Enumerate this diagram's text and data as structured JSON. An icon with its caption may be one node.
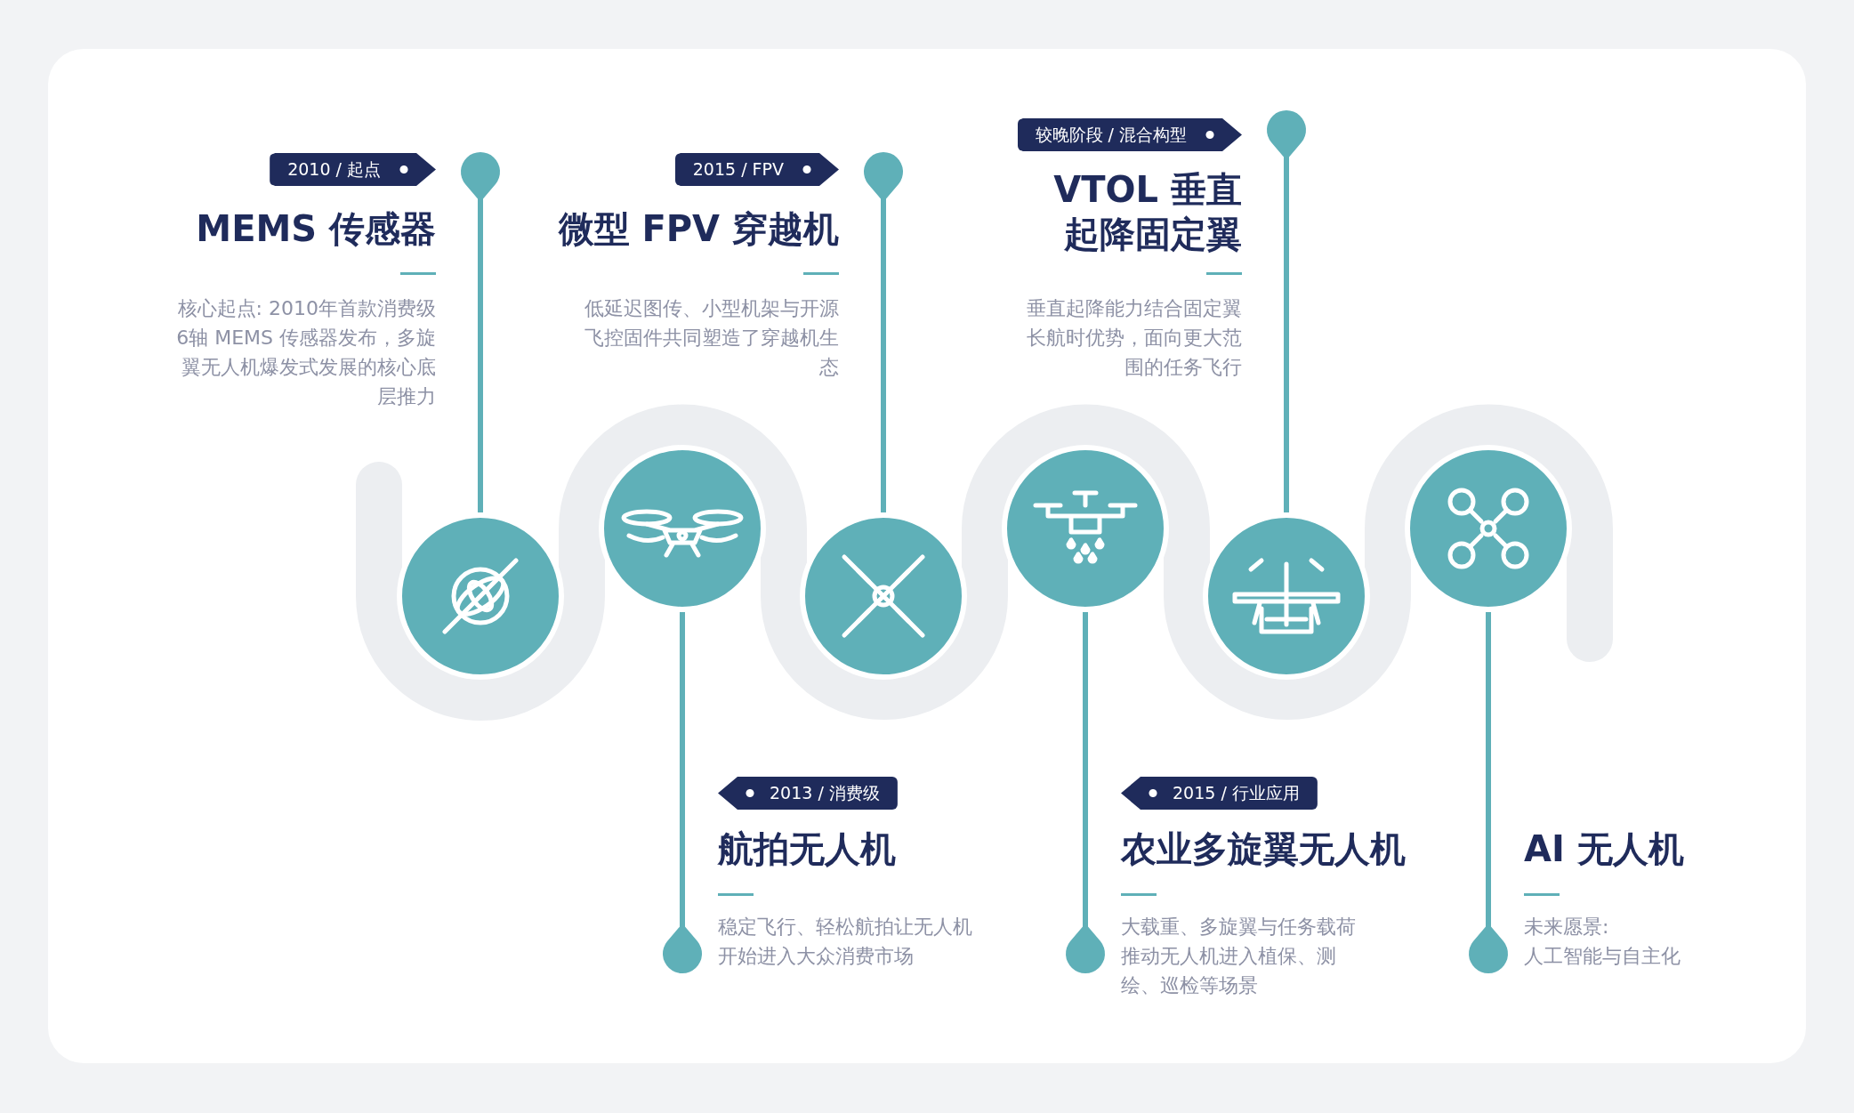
{
  "diagram": {
    "nodes": [
      {
        "text": [
          "2010 / 起点",
          "MEMS 传感器",
          "核心起点: 2010年首款消费级6轴 MEMS 传感器发布，多旋翼无人机爆发式发展的核心底层推力"
        ]
      },
      {
        "text": [
          "2013 / 消费级",
          "航拍无人机",
          "稳定飞行、轻松航拍让无人机开始进入大众消费市场"
        ]
      },
      {
        "text": [
          "2015 / FPV",
          "微型 FPV 穿越机",
          "低延迟图传、小型机架与开源飞控固件共同塑造了穿越机生态"
        ]
      },
      {
        "text": [
          "2015 / 行业应用",
          "农业多旋翼无人机",
          "大载重、多旋翼与任务载荷推动无人机进入植保、测绘、巡检等场景"
        ]
      },
      {
        "text": [
          "较晚阶段 / 混合构型",
          "VTOL 垂直起降固定翼",
          "垂直起降能力结合固定翼长航时优势，面向更大范围的任务飞行"
        ]
      },
      {
        "text": [
          "AI 无人机",
          "未来愿景: 人工智能与自主化"
        ]
      },
      {
        "text": [],
        "shape": "circle"
      },
      {
        "text": [],
        "shape": "circle"
      },
      {
        "text": [],
        "shape": "circle"
      },
      {
        "text": [],
        "shape": "circle"
      },
      {
        "text": [],
        "shape": "circle"
      },
      {
        "text": [],
        "shape": "circle"
      }
    ],
    "edges": [
      {
        "from": 6,
        "to": 0,
        "arrow": "other"
      },
      {
        "from": 7,
        "to": 1,
        "arrow": "other"
      },
      {
        "from": 8,
        "to": 2,
        "arrow": "other"
      },
      {
        "from": 9,
        "to": 3,
        "arrow": "other"
      },
      {
        "from": 10,
        "to": 4,
        "arrow": "other"
      },
      {
        "from": 11,
        "to": 5,
        "arrow": "other"
      }
    ]
  }
}
